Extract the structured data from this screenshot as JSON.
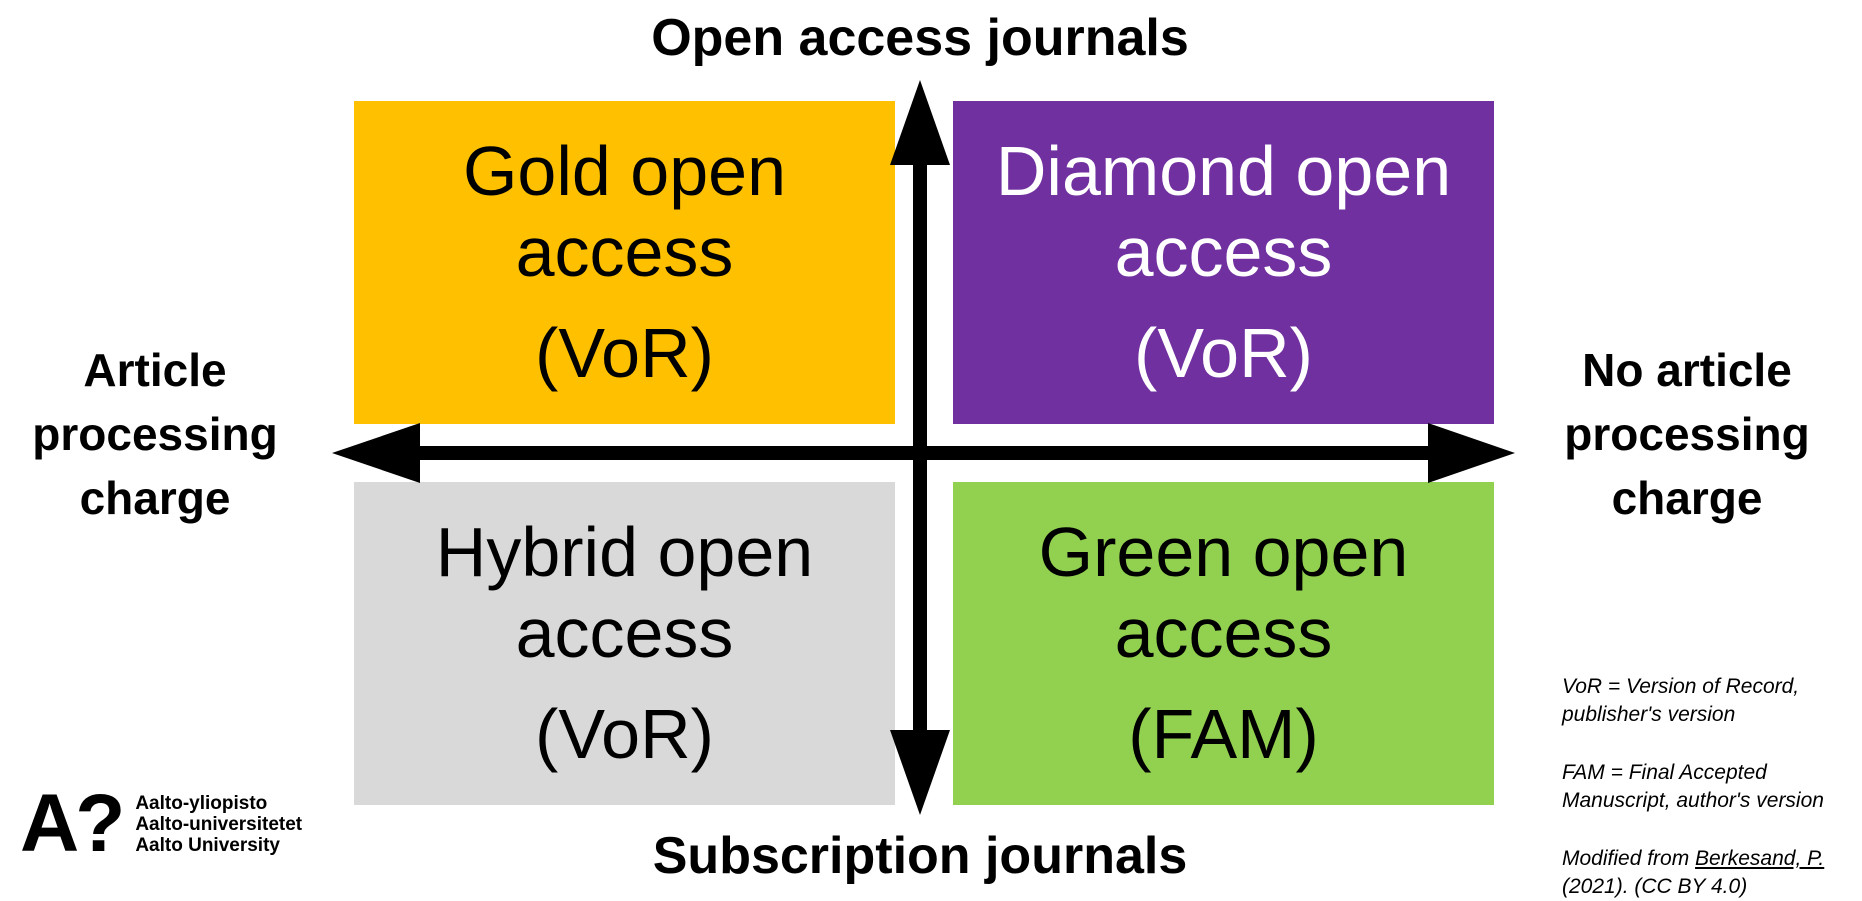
{
  "axes": {
    "top": "Open access journals",
    "bottom": "Subscription journals",
    "left": [
      "Article",
      "processing",
      "charge"
    ],
    "right": [
      "No article",
      "processing",
      "charge"
    ]
  },
  "quadrants": [
    {
      "id": "gold",
      "title": [
        "Gold open",
        "access"
      ],
      "version": "(VoR)",
      "color": "#FFC000",
      "text_color": "#000000"
    },
    {
      "id": "diamond",
      "title": [
        "Diamond open",
        "access"
      ],
      "version": "(VoR)",
      "color": "#7030A0",
      "text_color": "#FFFFFF"
    },
    {
      "id": "hybrid",
      "title": [
        "Hybrid open",
        "access"
      ],
      "version": "(VoR)",
      "color": "#D9D9D9",
      "text_color": "#000000"
    },
    {
      "id": "green",
      "title": [
        "Green open",
        "access"
      ],
      "version": "(FAM)",
      "color": "#92D050",
      "text_color": "#000000"
    }
  ],
  "notes": {
    "vor": [
      "VoR = Version of Record,",
      "publisher's version"
    ],
    "fam": [
      "FAM = Final Accepted",
      "Manuscript, author's version"
    ],
    "source": {
      "prefix": "Modified from ",
      "link": "Berkesand, P.",
      "line2": "(2021). (CC BY 4.0)"
    }
  },
  "logo": {
    "mark": "A?",
    "lines": [
      "Aalto-yliopisto",
      "Aalto-universitetet",
      "Aalto University"
    ]
  },
  "colors": {
    "axis": "#000000"
  }
}
